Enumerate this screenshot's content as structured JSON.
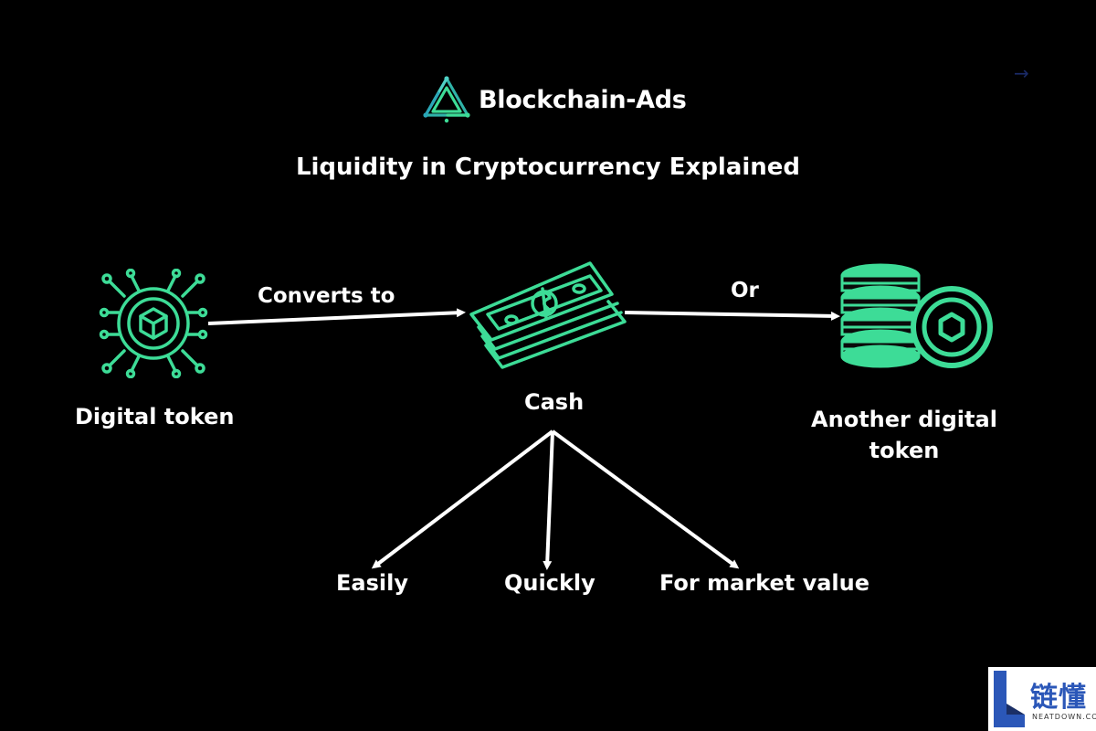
{
  "brand": {
    "name": "Blockchain-Ads",
    "logo_icon": "triangle-circuit-logo-icon"
  },
  "title": "Liquidity in Cryptocurrency Explained",
  "nodes": {
    "digital_token": {
      "label": "Digital token",
      "icon": "chip-token-icon"
    },
    "cash": {
      "label": "Cash",
      "icon": "cash-bills-icon"
    },
    "another_token": {
      "label": "Another digital token",
      "icon": "coin-stack-icon"
    }
  },
  "edges": {
    "converts_to": "Converts to",
    "or": "Or"
  },
  "outcomes": {
    "easily": "Easily",
    "quickly": "Quickly",
    "market_value": "For market value"
  },
  "watermark": {
    "chars": "链懂",
    "sub": "NEATDOWN.COM"
  },
  "colors": {
    "background": "#000000",
    "accent": "#3ddc97",
    "accent_dark": "#1fa870",
    "text": "#ffffff"
  }
}
